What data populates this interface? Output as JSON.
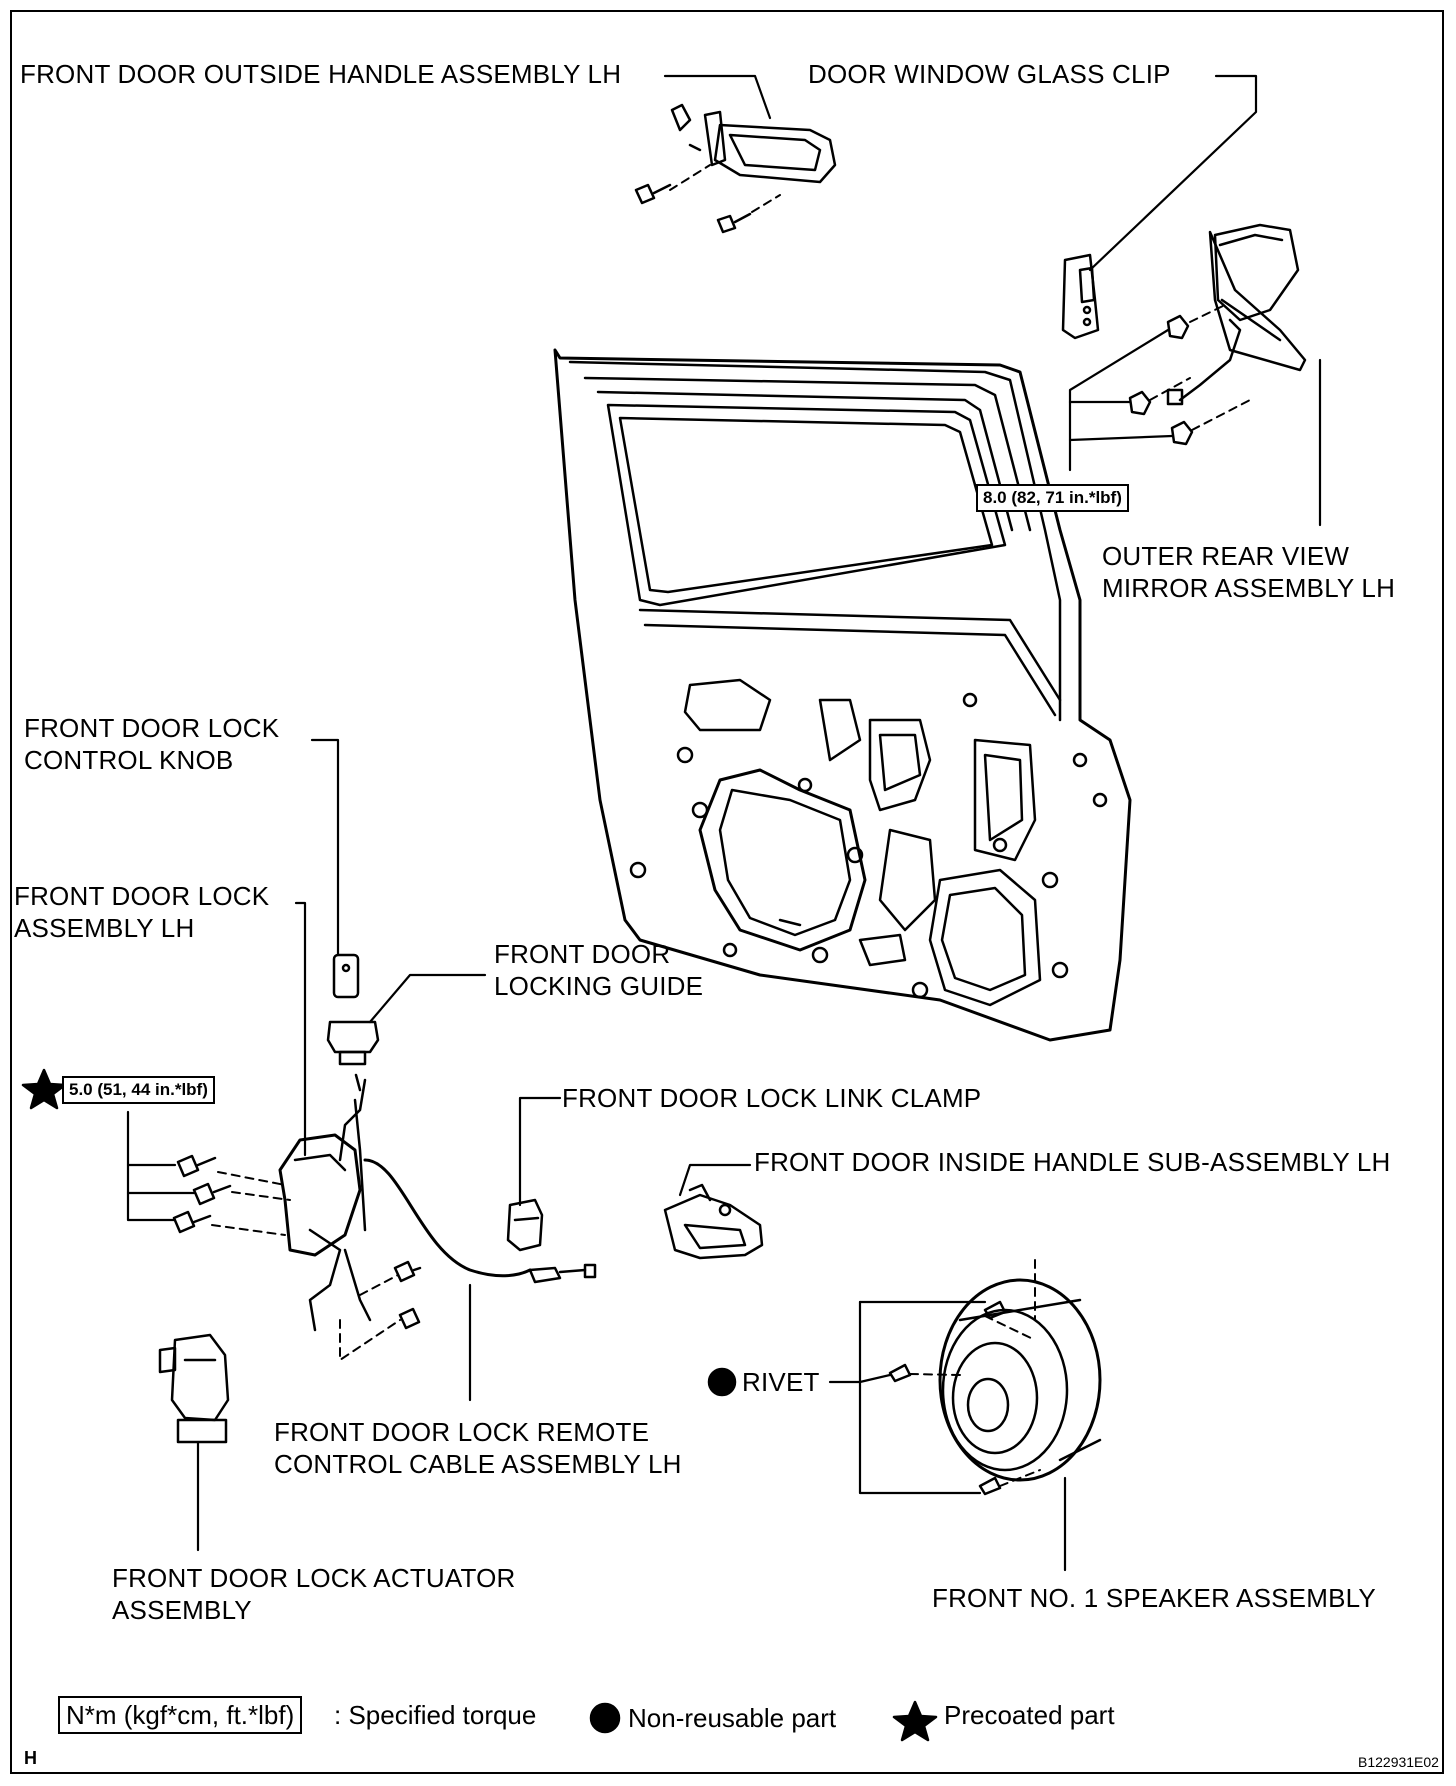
{
  "labels": {
    "outside_handle": "FRONT DOOR OUTSIDE HANDLE ASSEMBLY LH",
    "glass_clip": "DOOR WINDOW GLASS CLIP",
    "mirror": "OUTER REAR VIEW\nMIRROR ASSEMBLY LH",
    "lock_knob": "FRONT DOOR LOCK\nCONTROL KNOB",
    "lock_assembly": "FRONT DOOR LOCK\nASSEMBLY LH",
    "locking_guide": "FRONT DOOR\nLOCKING GUIDE",
    "link_clamp": "FRONT DOOR LOCK LINK CLAMP",
    "inside_handle": "FRONT DOOR INSIDE HANDLE SUB-ASSEMBLY LH",
    "rivet": "RIVET",
    "remote_cable": "FRONT DOOR LOCK REMOTE\nCONTROL CABLE ASSEMBLY LH",
    "actuator": "FRONT DOOR LOCK ACTUATOR\nASSEMBLY",
    "speaker": "FRONT NO. 1 SPEAKER ASSEMBLY"
  },
  "torques": {
    "mirror": "8.0 (82, 71 in.*lbf)",
    "lock": "5.0 (51, 44 in.*lbf)"
  },
  "legend": {
    "torque_box": "N*m (kgf*cm, ft.*lbf)",
    "torque_text": ": Specified torque",
    "nonreusable_text": "Non-reusable part",
    "precoated_text": "Precoated part"
  },
  "corner_letter": "H",
  "figure_id": "B122931E02"
}
